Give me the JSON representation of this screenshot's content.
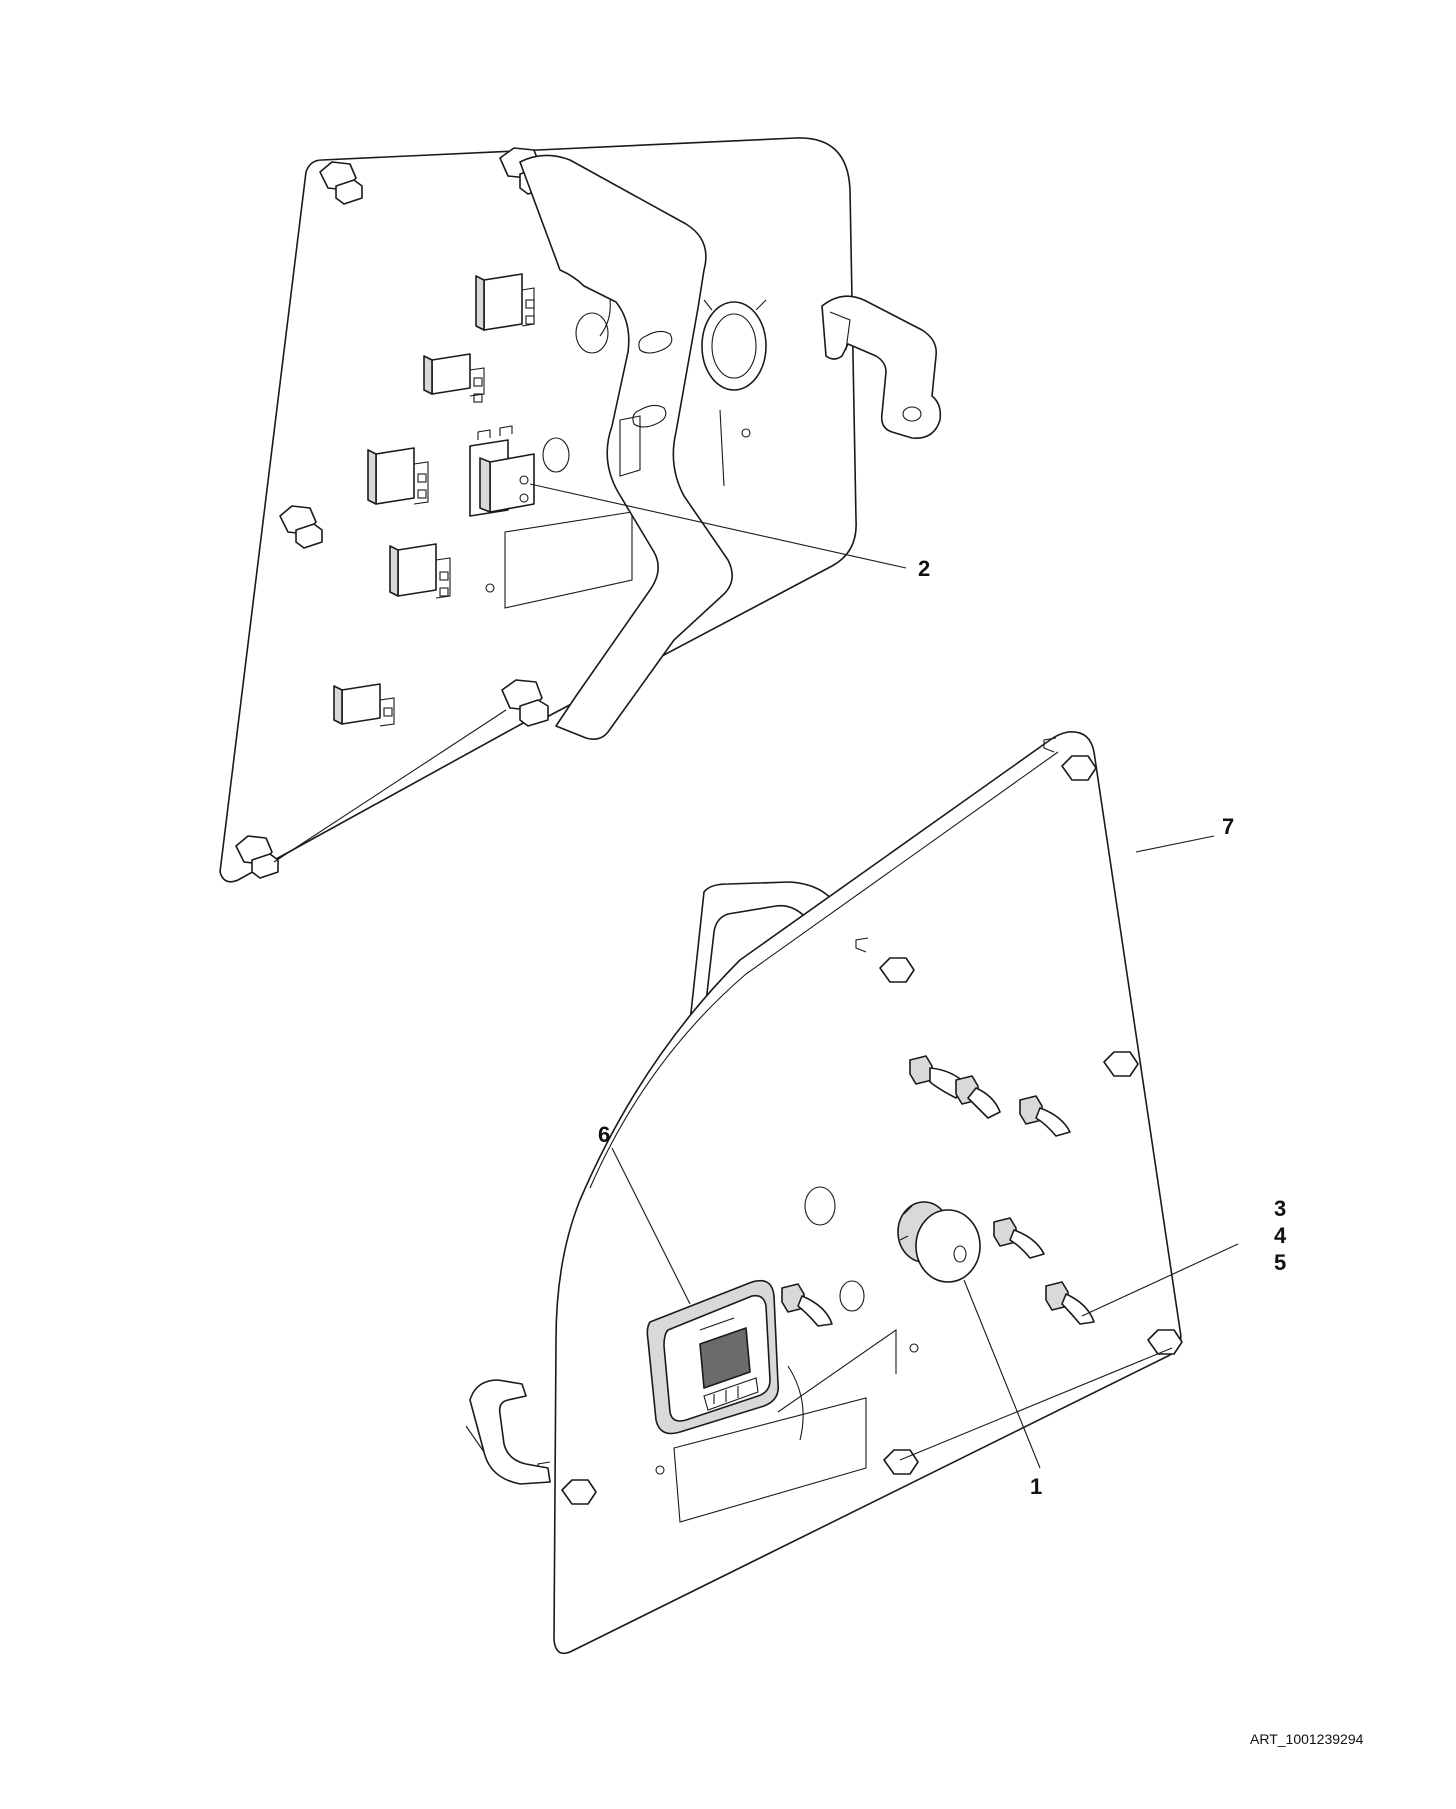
{
  "figure": {
    "callouts": [
      {
        "id": "c1",
        "text": "1"
      },
      {
        "id": "c2",
        "text": "2"
      },
      {
        "id": "c3",
        "text": "3"
      },
      {
        "id": "c4",
        "text": "4"
      },
      {
        "id": "c5",
        "text": "5"
      },
      {
        "id": "c6",
        "text": "6"
      },
      {
        "id": "c7",
        "text": "7"
      }
    ],
    "art_reference": "ART_1001239294"
  }
}
